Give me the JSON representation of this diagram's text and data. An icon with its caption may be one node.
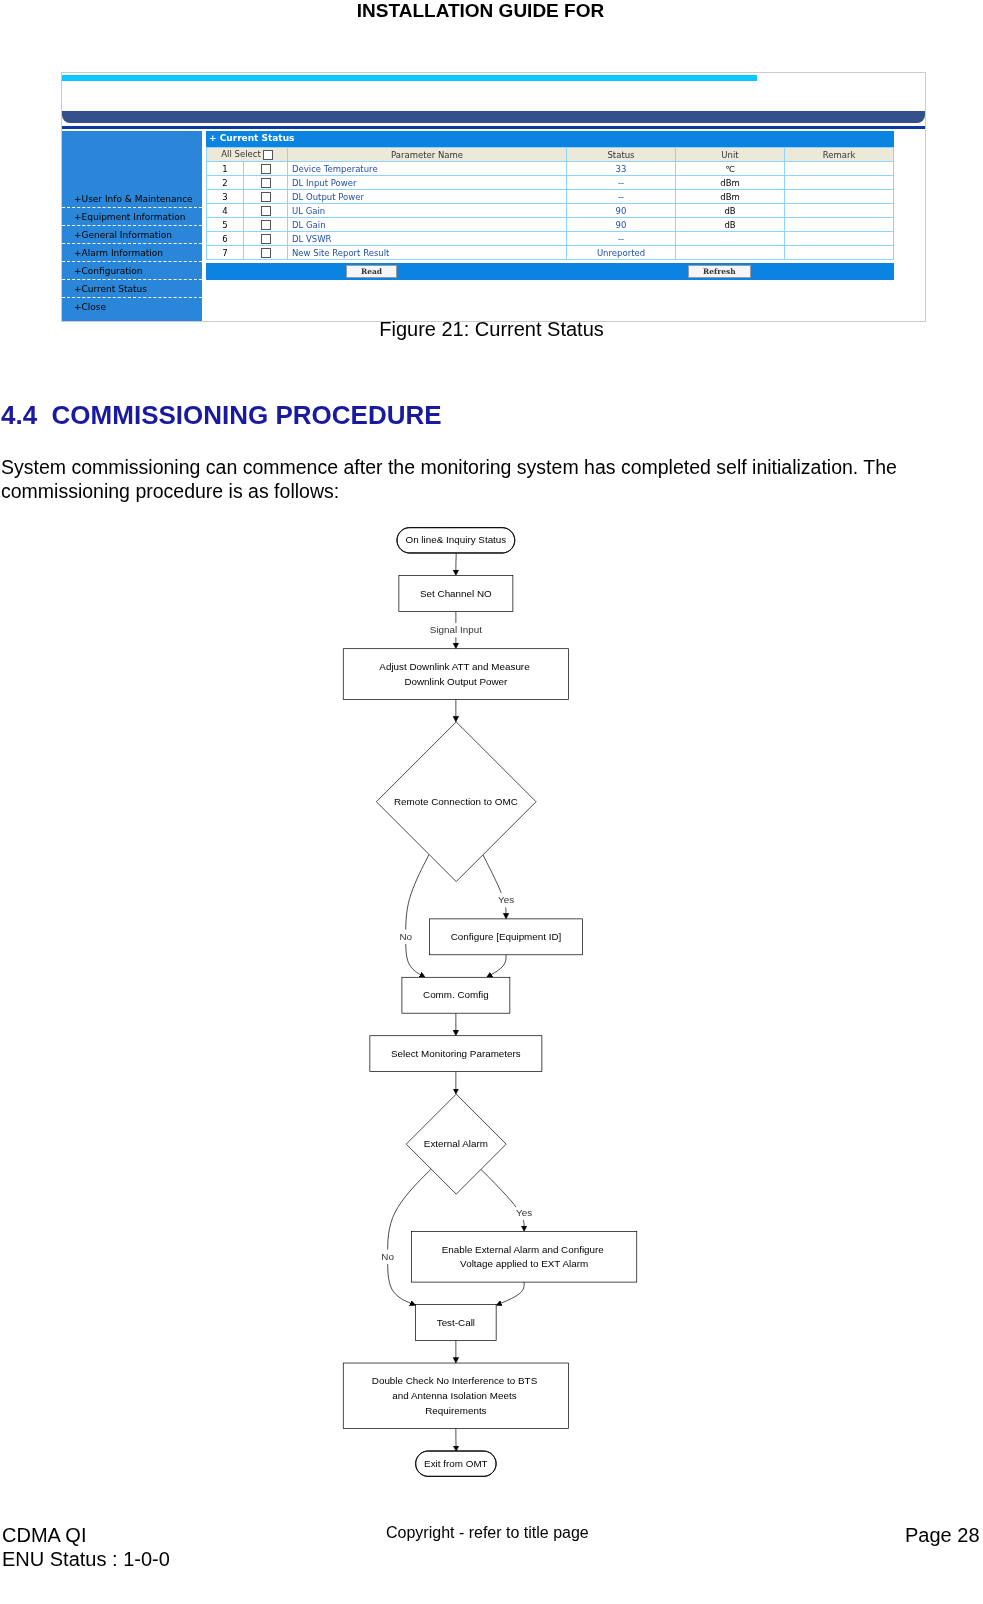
{
  "diagram": {
    "title": "INSTALLATION GUIDE FOR",
    "caption": "Figure 21: Current Status",
    "nodes": [
      {
        "text": [
          "On line& Inquiry Status"
        ]
      },
      {
        "text": [
          "Set Channel NO"
        ]
      },
      {
        "text": [
          "Adjust Downlink ATT and Measure Downlink Output Power"
        ]
      },
      {
        "text": [
          "Remote Connection to OMC"
        ]
      },
      {
        "text": [
          "Configure [Equipment ID]"
        ]
      },
      {
        "text": [
          "Comm. Comfig"
        ]
      },
      {
        "text": [
          "Select Monitoring Parameters"
        ]
      },
      {
        "text": [
          "External Alarm"
        ]
      },
      {
        "text": [
          "Enable External Alarm and Configure Voltage applied to EXT Alarm"
        ]
      },
      {
        "text": [
          "Test-Call"
        ]
      },
      {
        "text": [
          "Double Check No Interference to BTS and Antenna Isolation Meets Requirements"
        ]
      },
      {
        "text": [
          "Exit from OMT"
        ]
      }
    ],
    "edges": [
      {
        "from": 0,
        "to": 1,
        "arrow": "to"
      },
      {
        "from": 1,
        "to": 2,
        "arrow": "to",
        "label": "Signal Input"
      },
      {
        "from": 2,
        "to": 3,
        "arrow": "to"
      },
      {
        "from": 3,
        "to": 4,
        "arrow": "to",
        "label": "Yes"
      },
      {
        "from": 3,
        "to": 5,
        "arrow": "to",
        "label": "No"
      },
      {
        "from": 4,
        "to": 5,
        "arrow": "to"
      },
      {
        "from": 5,
        "to": 6,
        "arrow": "to"
      },
      {
        "from": 6,
        "to": 7,
        "arrow": "to"
      },
      {
        "from": 7,
        "to": 8,
        "arrow": "to",
        "label": "Yes"
      },
      {
        "from": 7,
        "to": 9,
        "arrow": "to",
        "label": "No"
      },
      {
        "from": 8,
        "to": 9,
        "arrow": "to"
      },
      {
        "from": 9,
        "to": 10,
        "arrow": "to"
      },
      {
        "from": 10,
        "to": 11,
        "arrow": "to"
      }
    ],
    "labels": [
      "+User Info & Maintenance",
      "+Equipment Information",
      "+General Information",
      "+Alarm Information",
      "+Configuration",
      "+Current Status",
      "+Close",
      "+ Current Status",
      "All Select",
      "Parameter Name",
      "Status",
      "Unit",
      "Remark",
      "1",
      "Device Temperature",
      "33",
      "℃",
      "2",
      "DL Input Power",
      "--",
      "dBm",
      "3",
      "DL Output Power",
      "--",
      "dBm",
      "4",
      "UL Gain",
      "90",
      "dB",
      "5",
      "DL Gain",
      "90",
      "dB",
      "6",
      "DL VSWR",
      "--",
      "7",
      "New Site Report Result",
      "Unreported",
      "Read",
      "Refresh",
      "4.4  COMMISSIONING PROCEDURE",
      "System commissioning can commence after the monitoring system has completed self initialization. The commissioning procedure is as follows:",
      "CDMA QI",
      "ENU Status : 1-0-0",
      "Copyright - refer to title page",
      "Page 28"
    ]
  }
}
